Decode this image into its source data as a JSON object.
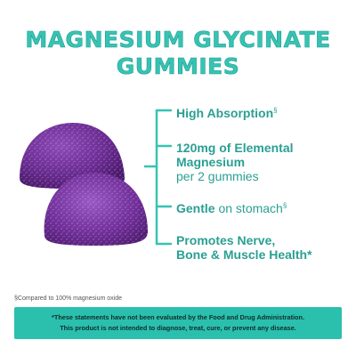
{
  "title": {
    "line1": "MAGNESIUM GLYCINATE",
    "line2": "GUMMIES"
  },
  "claims": [
    {
      "text": "High Absorption",
      "mark": "§"
    },
    {
      "line1": "120mg of Elemental",
      "line2": "Magnesium",
      "line3": "per 2 gummies"
    },
    {
      "bold": "Gentle",
      "rest": " on stomach",
      "mark": "§"
    },
    {
      "line1": "Promotes Nerve,",
      "line2": "Bone & Muscle Health*"
    }
  ],
  "footnote": "§Compared to 100% magnesium oxide",
  "disclaimer": {
    "line1": "*These statements have not been evaluated by the Food and Drug Administration.",
    "line2": "This product is not intended to diagnose, treat, cure, or prevent any disease."
  },
  "colors": {
    "accent": "#37c3b3",
    "text_teal": "#2a9f93",
    "gummy_purple": "#6a2c91",
    "disclaimer_bg": "#2bbfae"
  }
}
